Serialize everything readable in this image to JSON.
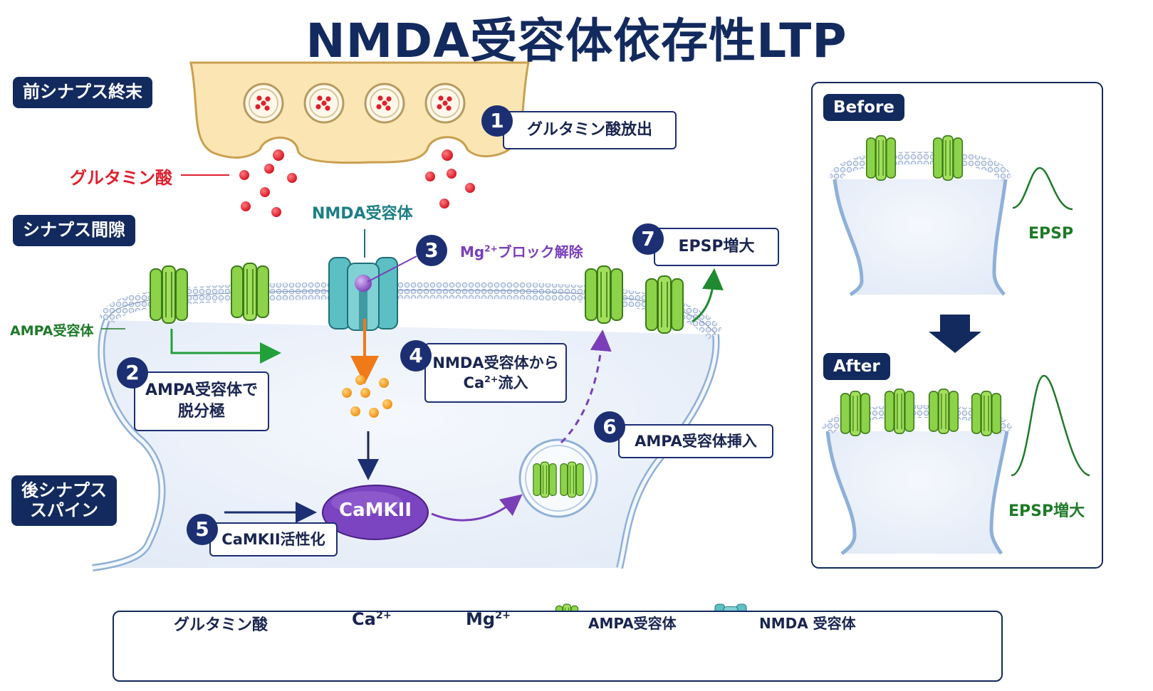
{
  "title": "NMDA受容体依存性LTP",
  "regions": {
    "presynaptic": "前シナプス終末",
    "cleft": "シナプス間隙",
    "postsynaptic_line1": "後シナプス",
    "postsynaptic_line2": "スパイン"
  },
  "labels": {
    "glutamate": "グルタミン酸",
    "nmda_receptor": "NMDA受容体",
    "ampa_receptor": "AMPA受容体",
    "camkii": "CaMKII"
  },
  "steps": [
    {
      "num": "1",
      "text": "グルタミン酸放出"
    },
    {
      "num": "2",
      "line1": "AMPA受容体で",
      "line2": "脱分極"
    },
    {
      "num": "3",
      "pre": "Mg",
      "sup": "2+",
      "post": "ブロック解除"
    },
    {
      "num": "4",
      "line1": "NMDA受容体から",
      "line2_pre": "Ca",
      "line2_sup": "2+",
      "line2_post": "流入"
    },
    {
      "num": "5",
      "text": "CaMKII活性化"
    },
    {
      "num": "6",
      "text": "AMPA受容体挿入"
    },
    {
      "num": "7",
      "text": "EPSP増大"
    }
  ],
  "inset": {
    "before": "Before",
    "after": "After",
    "epsp": "EPSP",
    "epsp_large": "EPSP増大"
  },
  "legend": {
    "glutamate": "グルタミン酸",
    "ca_pre": "Ca",
    "ca_sup": "2+",
    "mg_pre": "Mg",
    "mg_sup": "2+",
    "ampa": "AMPA受容体",
    "nmda": "NMDA 受容体"
  },
  "colors": {
    "navy": "#132a5e",
    "glutamate_red": "#e0202e",
    "ca_orange": "#f4a024",
    "mg_purple": "#8a4fc4",
    "ampa_green": "#8cd34a",
    "nmda_teal": "#5bbfc4",
    "epsp_green": "#1f7a28",
    "presyn_fill": "#fbe6b3"
  }
}
